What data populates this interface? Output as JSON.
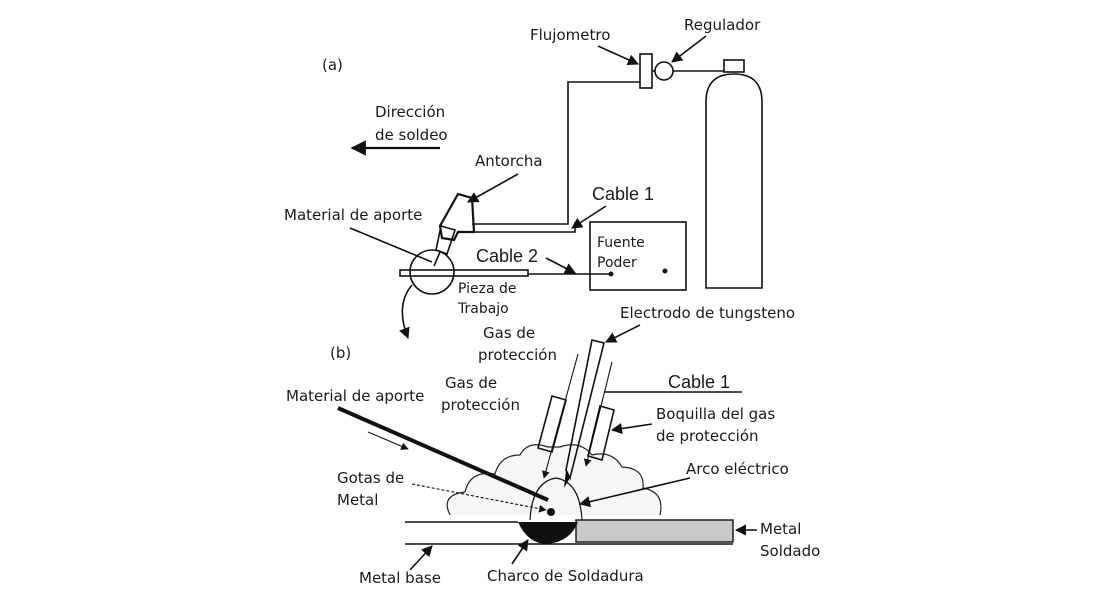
{
  "panel_a": {
    "tag": "(a)",
    "flowmeter": "Flujometro",
    "regulator": "Regulador",
    "direction_line1": "Dirección",
    "direction_line2": "de soldeo",
    "torch": "Antorcha",
    "cable1": "Cable 1",
    "filler": "Material de aporte",
    "cable2": "Cable 2",
    "power_line1": "Fuente",
    "power_line2": "Poder",
    "workpiece_line1": "Pieza de",
    "workpiece_line2": "Trabajo"
  },
  "panel_b": {
    "tag": "(b)",
    "electrode": "Electrodo de tungsteno",
    "shield_gas_top_line1": "Gas de",
    "shield_gas_top_line2": "protección",
    "cable1": "Cable 1",
    "filler": "Material de aporte",
    "shield_gas_left_line1": "Gas de",
    "shield_gas_left_line2": "protección",
    "nozzle_line1": "Boquilla del gas",
    "nozzle_line2": "de protección",
    "arc": "Arco eléctrico",
    "drops_line1": "Gotas de",
    "drops_line2": "Metal",
    "welded_line1": "Metal",
    "welded_line2": "Soldado",
    "base_metal": "Metal base",
    "weld_pool": "Charco de Soldadura"
  }
}
